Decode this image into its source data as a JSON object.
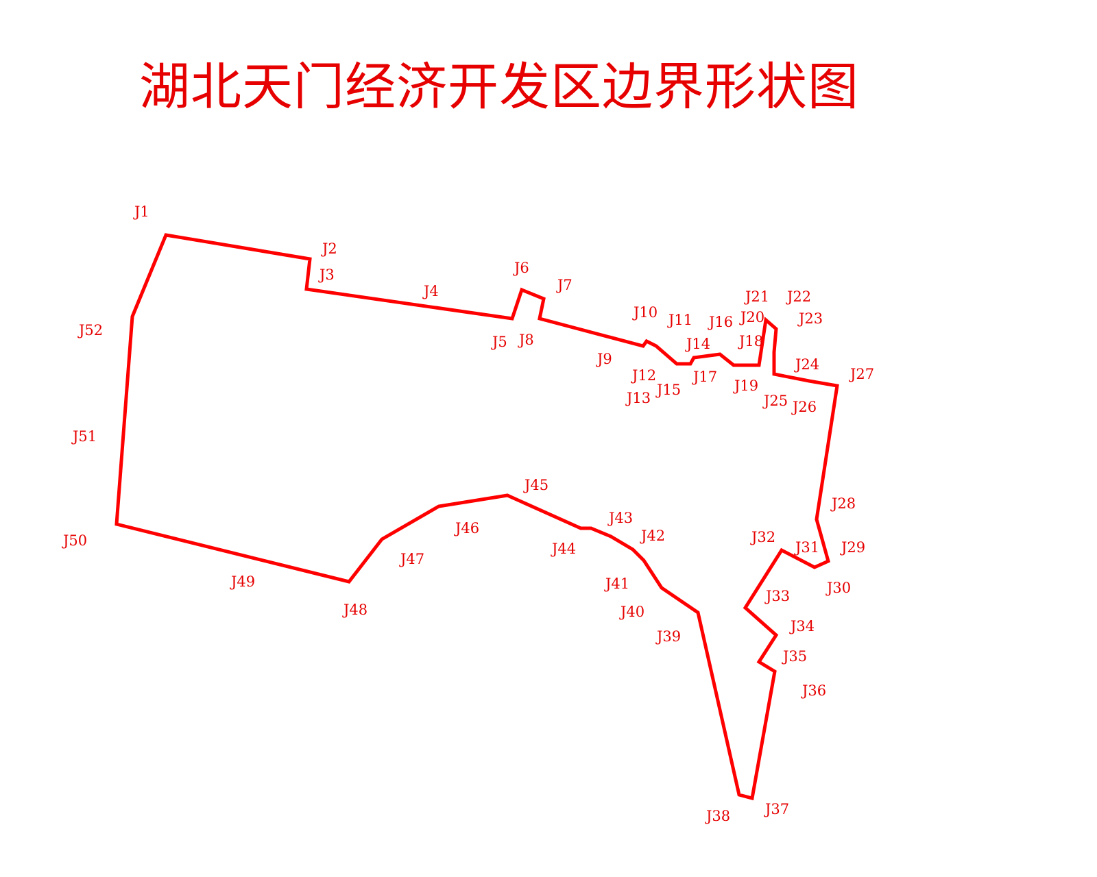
{
  "title": "湖北天门经济开发区边界形状图",
  "colors": {
    "boundary": "#ff0000",
    "label": "#e60000",
    "background": "#ffffff"
  },
  "boundary_points": [
    "J1",
    "J2",
    "J3",
    "J4",
    "J5",
    "J6",
    "J7",
    "J8",
    "J9",
    "J10",
    "J11",
    "J12",
    "J13",
    "J14",
    "J15",
    "J16",
    "J17",
    "J18",
    "J19",
    "J20",
    "J21",
    "J22",
    "J23",
    "J24",
    "J25",
    "J26",
    "J27",
    "J28",
    "J29",
    "J30",
    "J31",
    "J32",
    "J33",
    "J34",
    "J35",
    "J36",
    "J37",
    "J38",
    "J39",
    "J40",
    "J41",
    "J42",
    "J43",
    "J44",
    "J45",
    "J46",
    "J47",
    "J48",
    "J49",
    "J50",
    "J51",
    "J52"
  ]
}
